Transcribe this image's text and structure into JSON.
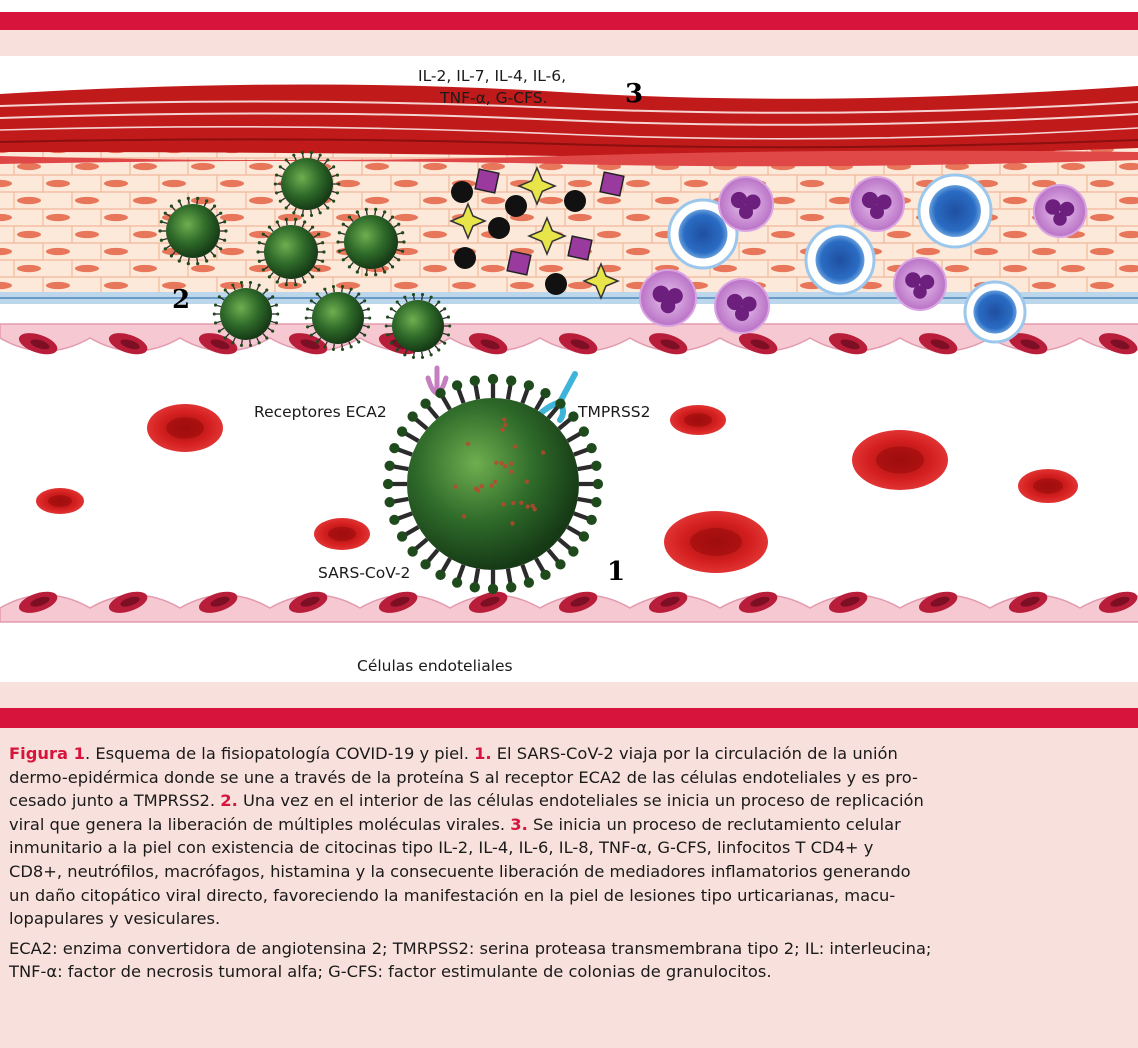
{
  "figure": {
    "labels": {
      "cytokines_line1": "IL-2, IL-7, IL-4, IL-6,",
      "cytokines_line2": "TNF-α, G-CFS.",
      "receptors": "Receptores ECA2",
      "tmprss2": "TMPRSS2",
      "virus": "SARS-CoV-2",
      "endothelial_cells": "Células endoteliales",
      "num1": "1",
      "num2": "2",
      "num3": "3"
    },
    "icons": [
      "virus-icon",
      "red-blood-cell-icon",
      "lymphocyte-icon",
      "neutrophil-icon",
      "cytokine-star-icon",
      "cytokine-square-icon",
      "cytokine-dot-icon",
      "endothelial-cell-icon"
    ],
    "colors": {
      "accent_red": "#d6143c",
      "background_pink": "#f8e1dc",
      "virus_green": "#2f6b2a",
      "blood_cell_red": "#d41f1f",
      "lymphocyte_blue": "#2a6cc4",
      "neutrophil_purple": "#b56ac2"
    }
  },
  "caption": {
    "fig_label": "Figura 1",
    "line1_a": ". Esquema de la fisiopatología COVID-19 y piel. ",
    "n1": "1.",
    "line1_b": " El SARS-CoV-2 viaja por la circulación de la unión",
    "line2": "dermo-epidérmica donde se une a través de la proteína S al receptor ECA2 de las células endoteliales y es pro-",
    "line3_a": "cesado junto a TMPRSS2. ",
    "n2": "2.",
    "line3_b": " Una vez en el interior de las células endoteliales se inicia un proceso de replicación",
    "line4_a": "viral que genera la liberación de múltiples moléculas virales. ",
    "n3": "3.",
    "line4_b": " Se inicia un proceso de reclutamiento celular",
    "line5": "inmunitario a la piel con existencia de citocinas tipo IL-2, IL-4, IL-6, IL-8, TNF-α, G-CFS, linfocitos T CD4+ y",
    "line6": "CD8+, neutrófilos, macrófagos, histamina y la consecuente liberación de mediadores inflamatorios generando",
    "line7": "un daño citopático viral directo, favoreciendo la manifestación en la piel de lesiones tipo urticarianas, macu-",
    "line8": "lopapulares y vesiculares.",
    "abbr1": "ECA2: enzima convertidora de angiotensina 2; TMRPSS2: serina proteasa transmembrana tipo 2; IL: interleucina;",
    "abbr2": "TNF-α: factor de necrosis tumoral alfa; G-CFS: factor estimulante de colonias de granulocitos."
  }
}
